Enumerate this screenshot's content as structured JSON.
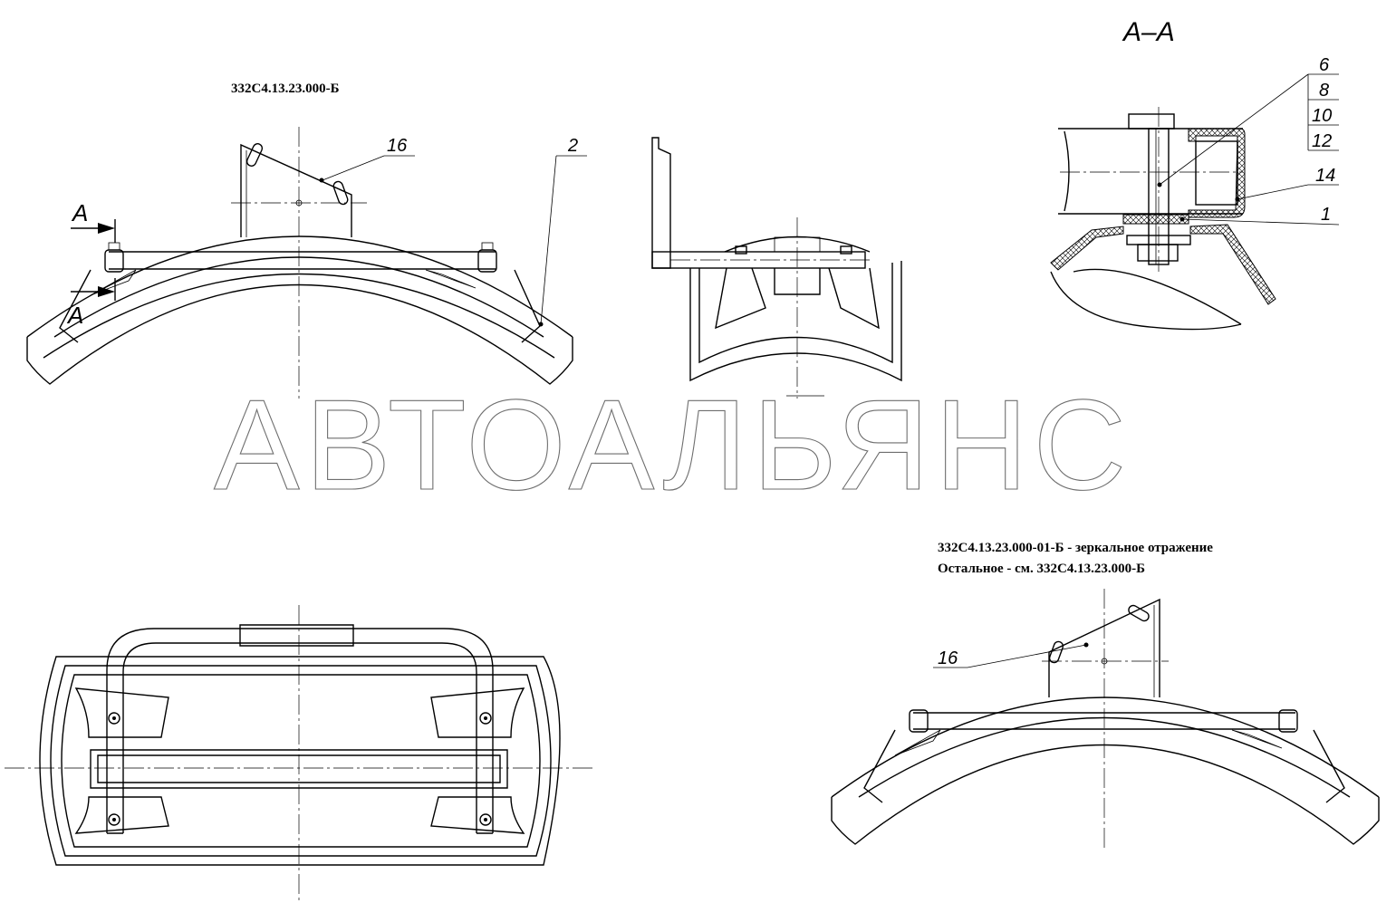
{
  "drawing": {
    "main_designation": "332С4.13.23.000-Б",
    "mirror_note": "332С4.13.23.000-01-Б - зеркальное отражение",
    "rest_note": "Остальное - см. 332С4.13.23.000-Б",
    "section_title": "А–А",
    "section_marks": [
      "А",
      "А"
    ],
    "callouts_main": [
      "16",
      "2"
    ],
    "callouts_section": [
      "6",
      "8",
      "10",
      "12",
      "14",
      "1"
    ],
    "callout_mirror": "16",
    "watermark": "АВТОАЛЬЯНС"
  }
}
